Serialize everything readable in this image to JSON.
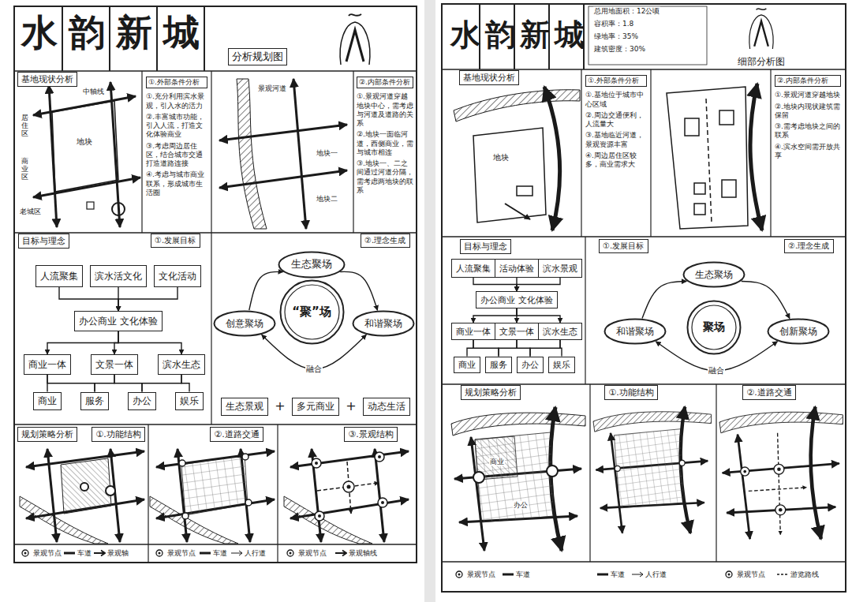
{
  "diagram": {
    "title": "水韵新城",
    "nodes": [
      {
        "text": [
          "分析规划图"
        ]
      },
      {
        "text": [
          "基地现状分析"
        ]
      },
      {
        "text": [
          "①.外部条件分析",
          "①.充分利用滨水景观，引入水的活力",
          "②.丰富城市功能，引入人流，打造文化体验商业",
          "③.考虑周边居住区，结合城市交通打造道路连接",
          "④.考虑与城市商业联系，形成城市生活圈"
        ]
      },
      {
        "text": [
          "②.内部条件分析",
          "①.景观河道穿越地块中心，需考虑与河道及道路的关系",
          "②.地块一面临河道，西侧商业，需与城市相连",
          "③.地块一、二之间通过河道分隔，需考虑两地块的联系"
        ]
      },
      {
        "text": [
          "目标与理念"
        ]
      },
      {
        "text": [
          "①.发展目标"
        ]
      },
      {
        "text": [
          "②.理念生成"
        ]
      },
      {
        "text": [
          "人流聚集"
        ]
      },
      {
        "text": [
          "滨水活文化"
        ]
      },
      {
        "text": [
          "文化活动"
        ]
      },
      {
        "text": [
          "办公商业 文化体验"
        ]
      },
      {
        "text": [
          "商业一体"
        ]
      },
      {
        "text": [
          "文景一体"
        ]
      },
      {
        "text": [
          "滨水生态"
        ]
      },
      {
        "text": [
          "商业"
        ]
      },
      {
        "text": [
          "服务"
        ]
      },
      {
        "text": [
          "办公"
        ]
      },
      {
        "text": [
          "娱乐"
        ]
      },
      {
        "text": [
          "生态聚场"
        ]
      },
      {
        "text": [
          "创意聚场"
        ]
      },
      {
        "text": [
          "和谐聚场"
        ]
      },
      {
        "text": [
          "“聚”场"
        ]
      },
      {
        "text": [
          "生态景观"
        ]
      },
      {
        "text": [
          "多元商业"
        ]
      },
      {
        "text": [
          "动态生活"
        ]
      },
      {
        "text": [
          "规划策略分析"
        ]
      },
      {
        "text": [
          "①.功能结构"
        ]
      },
      {
        "text": [
          "②.道路交通"
        ]
      },
      {
        "text": [
          "③.景观结构"
        ]
      },
      {
        "text": [
          "基地现状分析"
        ]
      },
      {
        "text": [
          "①.外部条件分析",
          "①.基地位于城市中心区域",
          "②.周边交通便利，人流量大",
          "③.基地临近河道，景观资源丰富",
          "④.周边居住区较多，商业需求大"
        ]
      },
      {
        "text": [
          "②.内部条件分析",
          "①.景观河道穿越地块",
          "②.地块内现状建筑需保留",
          "③.需考虑地块之间的联系",
          "④.滨水空间需开放共享"
        ]
      },
      {
        "text": [
          "目标与理念"
        ]
      },
      {
        "text": [
          "①.发展目标"
        ]
      },
      {
        "text": [
          "②.理念生成"
        ]
      },
      {
        "text": [
          "人流聚集"
        ]
      },
      {
        "text": [
          "活动体验"
        ]
      },
      {
        "text": [
          "滨水景观"
        ]
      },
      {
        "text": [
          "办公商业 文化体验"
        ]
      },
      {
        "text": [
          "商业一体"
        ]
      },
      {
        "text": [
          "文景一体"
        ]
      },
      {
        "text": [
          "滨水生态"
        ]
      },
      {
        "text": [
          "商业"
        ]
      },
      {
        "text": [
          "服务"
        ]
      },
      {
        "text": [
          "办公"
        ]
      },
      {
        "text": [
          "娱乐"
        ]
      },
      {
        "text": [
          "生态聚场"
        ]
      },
      {
        "text": [
          "和谐聚场"
        ]
      },
      {
        "text": [
          "创新聚场"
        ]
      },
      {
        "text": [
          "聚场"
        ]
      },
      {
        "text": [
          "规划策略分析"
        ]
      },
      {
        "text": [
          "①.功能结构"
        ]
      },
      {
        "text": [
          "②.道路交通"
        ]
      }
    ],
    "edges": [
      {
        "from": 7,
        "to": 10,
        "arrow": "to"
      },
      {
        "from": 8,
        "to": 10,
        "arrow": "to"
      },
      {
        "from": 9,
        "to": 10,
        "arrow": "to"
      },
      {
        "from": 10,
        "to": 11,
        "arrow": "to"
      },
      {
        "from": 10,
        "to": 12,
        "arrow": "to"
      },
      {
        "from": 10,
        "to": 13,
        "arrow": "to"
      },
      {
        "from": 11,
        "to": 14,
        "arrow": "none"
      },
      {
        "from": 11,
        "to": 15,
        "arrow": "none"
      },
      {
        "from": 12,
        "to": 15,
        "arrow": "none"
      },
      {
        "from": 12,
        "to": 16,
        "arrow": "none"
      },
      {
        "from": 13,
        "to": 16,
        "arrow": "none"
      },
      {
        "from": 13,
        "to": 17,
        "arrow": "none"
      },
      {
        "from": 19,
        "to": 18,
        "arrow": "to"
      },
      {
        "from": 18,
        "to": 20,
        "arrow": "to"
      },
      {
        "from": 19,
        "to": 20,
        "label": "融合",
        "arrow": "both"
      },
      {
        "from": 35,
        "to": 38,
        "arrow": "to"
      },
      {
        "from": 36,
        "to": 38,
        "arrow": "to"
      },
      {
        "from": 37,
        "to": 38,
        "arrow": "to"
      },
      {
        "from": 38,
        "to": 39,
        "arrow": "to"
      },
      {
        "from": 38,
        "to": 40,
        "arrow": "to"
      },
      {
        "from": 38,
        "to": 41,
        "arrow": "to"
      },
      {
        "from": 39,
        "to": 42,
        "arrow": "none"
      },
      {
        "from": 39,
        "to": 43,
        "arrow": "none"
      },
      {
        "from": 40,
        "to": 43,
        "arrow": "none"
      },
      {
        "from": 40,
        "to": 44,
        "arrow": "none"
      },
      {
        "from": 41,
        "to": 44,
        "arrow": "none"
      },
      {
        "from": 41,
        "to": 45,
        "arrow": "none"
      },
      {
        "from": 47,
        "to": 46,
        "arrow": "to"
      },
      {
        "from": 46,
        "to": 48,
        "arrow": "to"
      },
      {
        "from": 47,
        "to": 48,
        "label": "融合",
        "arrow": "both"
      }
    ],
    "labels": [
      "水韵新城",
      "细部分析图",
      "总用地面积：12公顷",
      "容积率：1.8",
      "绿地率：35%",
      "建筑密度：30%",
      "地块",
      "中轴线",
      "居住区",
      "商业区",
      "老城区",
      "景观河道",
      "地块一",
      "地块二",
      "+",
      "+",
      "地块",
      "商业",
      "办公"
    ],
    "legend": [
      {
        "text": "景观节点"
      },
      {
        "text": "车道"
      },
      {
        "text": "景观轴"
      },
      {
        "text": "景观节点"
      },
      {
        "text": "车道"
      },
      {
        "text": "人行道"
      },
      {
        "text": "景观节点"
      },
      {
        "text": "景观轴线"
      },
      {
        "text": "景观节点"
      },
      {
        "text": "车道"
      },
      {
        "text": "车道"
      },
      {
        "text": "人行道"
      },
      {
        "text": "景观节点"
      },
      {
        "text": "游览路线"
      }
    ]
  }
}
